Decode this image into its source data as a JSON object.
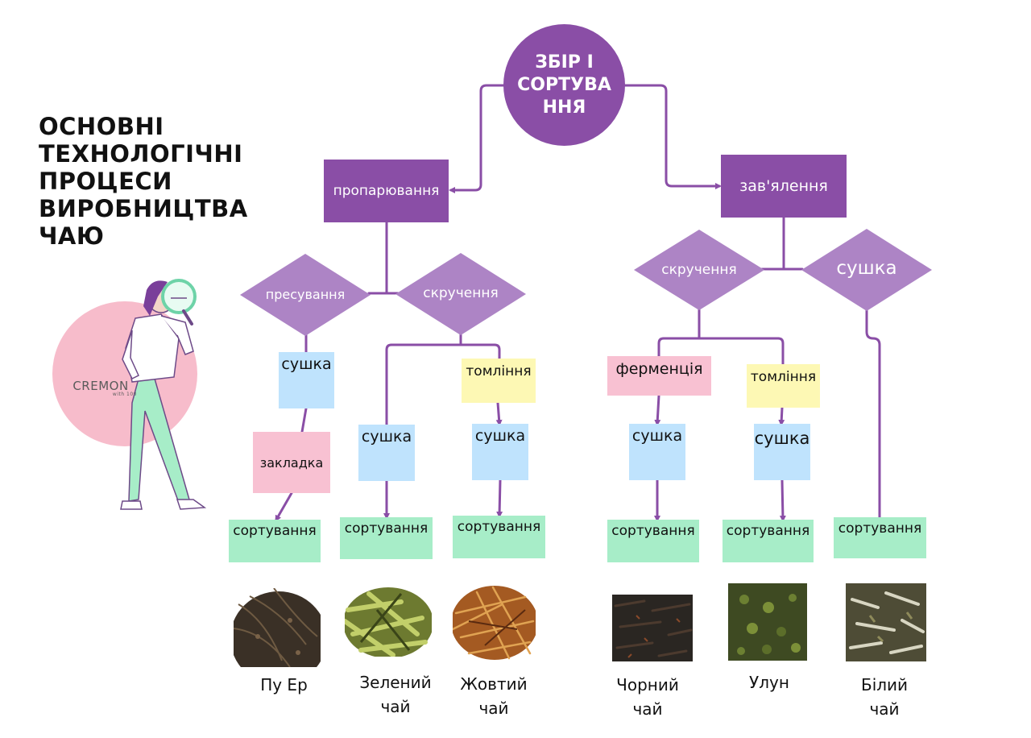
{
  "title": "ОСНОВНІ\nТЕХНОЛОГІЧНІ\nПРОЦЕСИ\nВИРОБНИЦТВА\nЧАЮ",
  "root": "ЗБІР І\nСОРТУВА\nННЯ",
  "branches": {
    "left": "пропарювання",
    "right": "зав'ялення"
  },
  "diamonds": {
    "pressing": "пресування",
    "twist_left": "скручення",
    "twist_right": "скручення",
    "drying": "сушка"
  },
  "steps": {
    "sushka_press": "сушка",
    "zakladka": "закладка",
    "sushka_green": "сушка",
    "tomlinnia_yellow": "томління",
    "sushka_yellow": "сушка",
    "fermentation": "ферменція",
    "sushka_black": "сушка",
    "tomlinnia_oolong": "томління",
    "sushka_oolong": "сушка"
  },
  "sorting_label": "сортування",
  "teas": [
    {
      "name": "Пу Ер",
      "color": "#3a3026"
    },
    {
      "name": "Зелений\nчай",
      "color": "#8c9a3c"
    },
    {
      "name": "Жовтий\nчай",
      "color": "#b86d2a"
    },
    {
      "name": "Чорний\nчай",
      "color": "#2a2622"
    },
    {
      "name": "Улун",
      "color": "#55662e"
    },
    {
      "name": "Білий\nчай",
      "color": "#6c6a4e"
    }
  ],
  "logo": {
    "brand": "CREMON",
    "sub": "with 100"
  },
  "colors": {
    "purple": "#8a4ea6",
    "diamond": "#ad84c5",
    "line": "#8a4ea6",
    "blue": "#bfe3fd",
    "yellow": "#fdf8b4",
    "pink": "#f8c1d2",
    "green": "#a7edc8"
  }
}
